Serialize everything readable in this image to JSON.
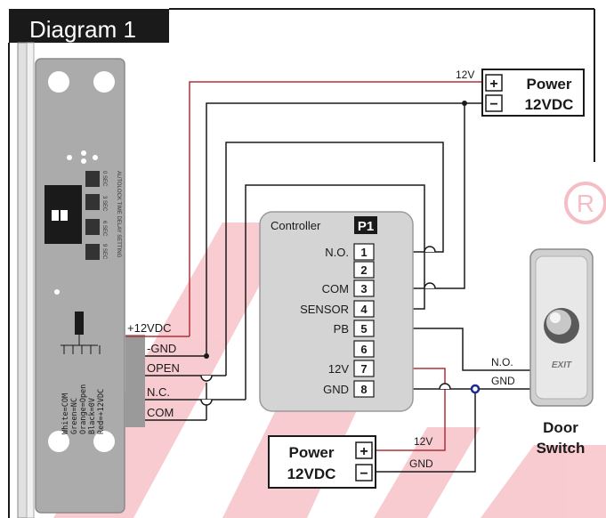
{
  "title": "Diagram 1",
  "lock": {
    "settings_text": "AUTOLOCK TIME DELAY SETTING",
    "dip_labels": [
      "0 SEC",
      "3 SEC",
      "6 SEC",
      "9 SEC"
    ],
    "wire_legend": [
      "Red=+12VDC",
      "Black=0V",
      "Orange=Open",
      "Green=NC",
      "White=COM"
    ]
  },
  "lock_terminals": [
    "+12VDC",
    "-GND",
    "OPEN",
    "N.C.",
    "COM"
  ],
  "controller": {
    "label": "Controller",
    "badge": "P1",
    "pins": [
      {
        "num": "1",
        "label": "N.O."
      },
      {
        "num": "2",
        "label": ""
      },
      {
        "num": "3",
        "label": "COM"
      },
      {
        "num": "4",
        "label": "SENSOR"
      },
      {
        "num": "5",
        "label": "PB"
      },
      {
        "num": "6",
        "label": ""
      },
      {
        "num": "7",
        "label": "12V"
      },
      {
        "num": "8",
        "label": "GND"
      }
    ]
  },
  "power_top": {
    "plus": "+",
    "minus": "−",
    "line1": "Power",
    "line2": "12VDC",
    "wire_label": "12V"
  },
  "power_bottom": {
    "plus": "+",
    "minus": "−",
    "line1": "Power",
    "line2": "12VDC",
    "wire_12v": "12V",
    "wire_gnd": "GND"
  },
  "door_switch": {
    "exit": "EXIT",
    "line1": "Door",
    "line2": "Switch",
    "wire_no": "N.O.",
    "wire_gnd": "GND"
  },
  "colors": {
    "red_wire": "#b0303a",
    "black_wire": "#1a1a1a",
    "watermark": "#f4b8c0",
    "title_bg": "#1a1a1a",
    "blue_node": "#1e2a8c"
  }
}
